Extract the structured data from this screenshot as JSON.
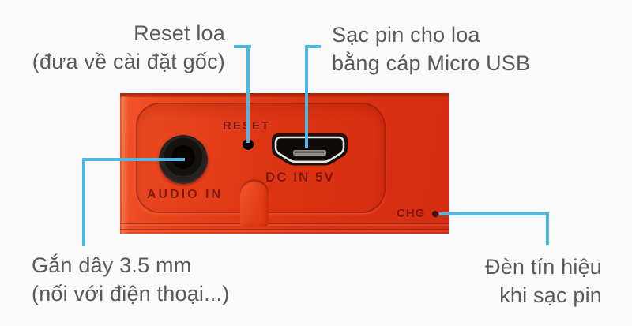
{
  "figure": {
    "type": "product-callout-diagram",
    "subject": "speaker rear port panel"
  },
  "colors": {
    "background": "#fafafa",
    "callout_line": "#4fb8e0",
    "label_text": "#58595b",
    "device_red": "#dd3413",
    "device_red_bright": "#f1552c",
    "device_red_dark": "#b52c10",
    "engraved_text_red": "#6a0e04"
  },
  "labels": {
    "reset": {
      "line1": "Reset loa",
      "line2": "(đưa về cài đặt gốc)"
    },
    "charge": {
      "line1": "Sạc pin cho loa",
      "line2": "bằng cáp Micro USB"
    },
    "aux": {
      "line1": "Gắn dây 3.5 mm",
      "line2": "(nối với điện thoại...)"
    },
    "chg_led": {
      "line1": "Đèn tín hiệu",
      "line2": "khi sạc pin"
    }
  },
  "device": {
    "reset_text": "RESET",
    "audio_text": "AUDIO IN",
    "dc_text": "DC IN 5V",
    "chg_text": "CHG"
  }
}
